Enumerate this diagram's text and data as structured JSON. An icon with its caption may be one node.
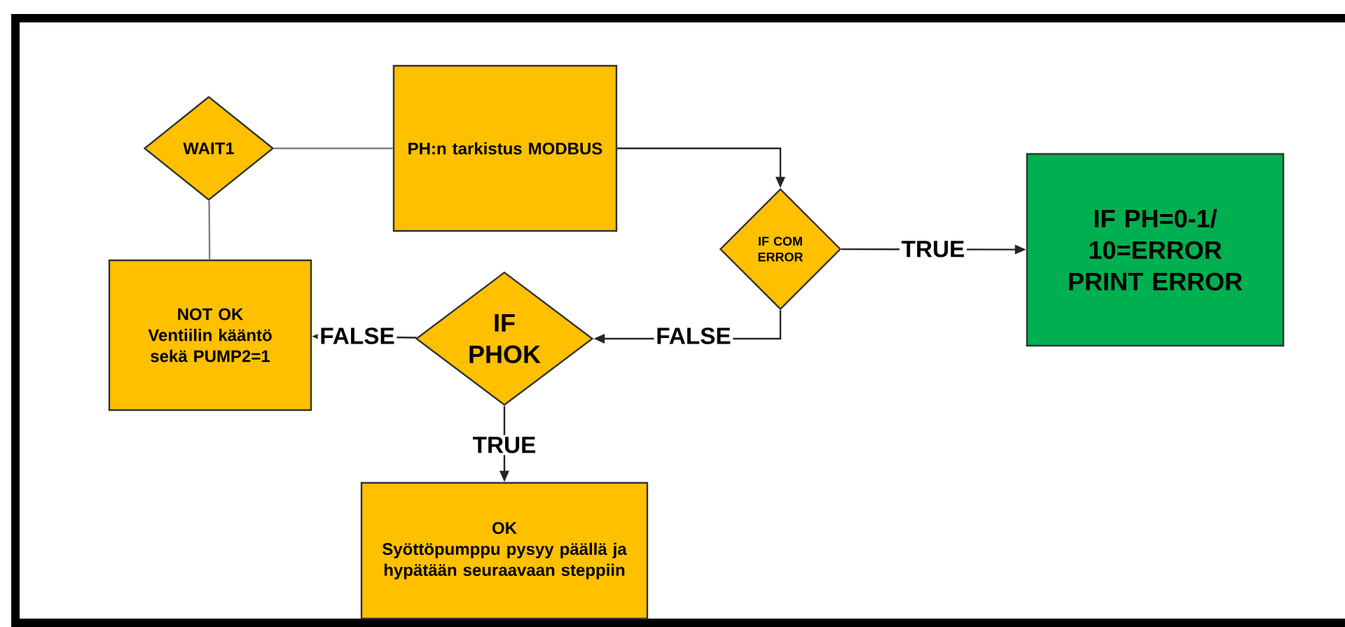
{
  "diagram": {
    "nodes": [
      {
        "text": [
          "WAIT1"
        ]
      },
      {
        "text": [
          "PH:n tarkistus MODBUS"
        ]
      },
      {
        "text": [
          "IF COM ERROR"
        ]
      },
      {
        "text": [
          "IF PH=0-1/ 10=ERROR PRINT ERROR"
        ]
      },
      {
        "text": [
          "IF PHOK"
        ]
      },
      {
        "text": [
          "NOT OK",
          "Ventiilin kääntö sekä PUMP2=1"
        ]
      },
      {
        "text": [
          "OK",
          "Syöttöpumppu pysyy päällä ja hypätään seuraavaan steppiin"
        ]
      }
    ],
    "edges": [
      {
        "from": 0,
        "to": 1,
        "arrow": "none",
        "color": "#7f7f7f"
      },
      {
        "from": 1,
        "to": 2,
        "arrow": "to"
      },
      {
        "from": 2,
        "to": 3,
        "arrow": "to",
        "label": "TRUE"
      },
      {
        "from": 2,
        "to": 4,
        "arrow": "to",
        "label": "FALSE"
      },
      {
        "from": 4,
        "to": 5,
        "arrow": "to",
        "label": "FALSE"
      },
      {
        "from": 4,
        "to": 6,
        "arrow": "to",
        "label": "TRUE"
      },
      {
        "from": 5,
        "to": 0,
        "arrow": "none",
        "color": "#7f7f7f"
      }
    ]
  }
}
